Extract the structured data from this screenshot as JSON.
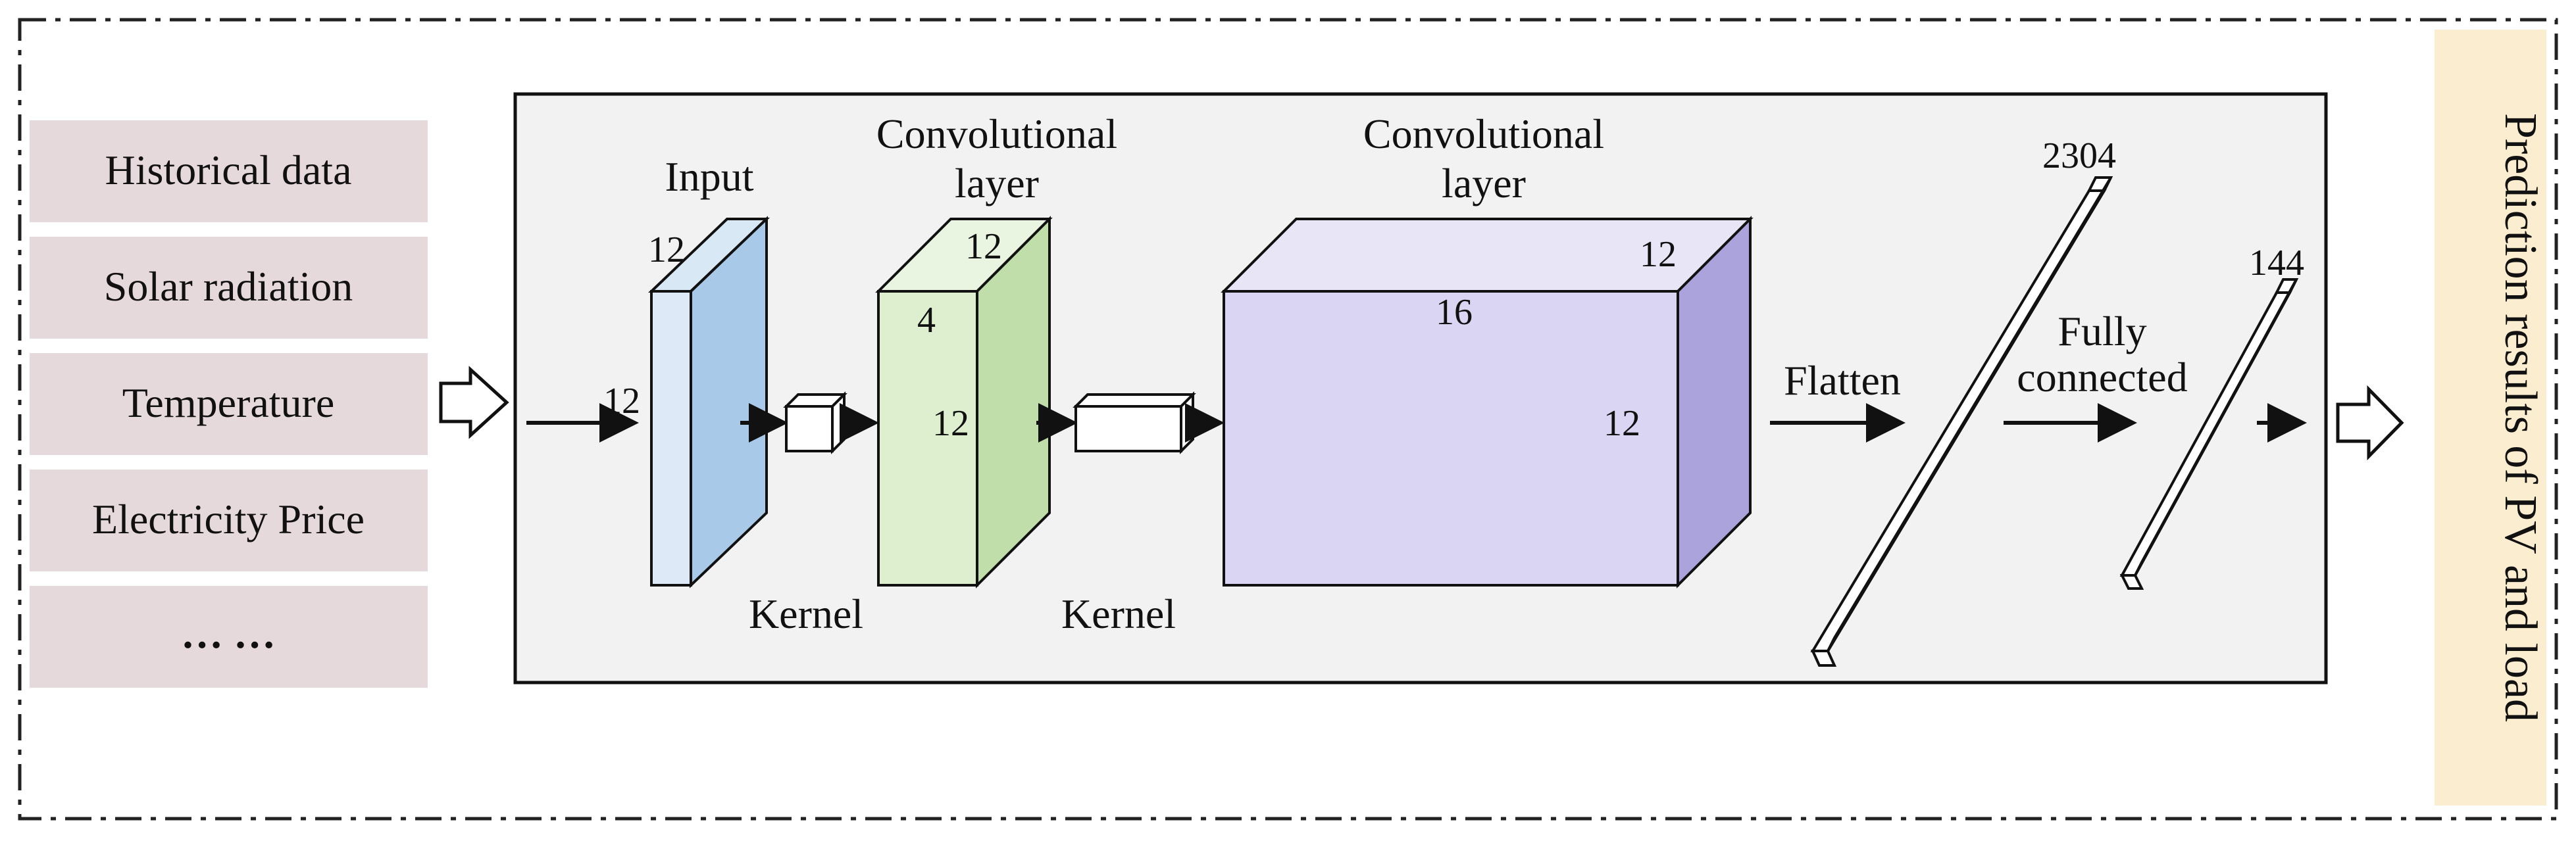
{
  "inputs": {
    "items": [
      "Historical data",
      "Solar radiation",
      "Temperature",
      "Electricity Price",
      "… …"
    ]
  },
  "labels": {
    "input": "Input",
    "conv1_title_1": "Convolutional",
    "conv1_title_2": "layer",
    "conv2_title_1": "Convolutional",
    "conv2_title_2": "layer",
    "kernel1": "Kernel",
    "kernel2": "Kernel",
    "flatten": "Flatten",
    "fully_1": "Fully",
    "fully_2": "connected",
    "output": "Prediction results of PV and load"
  },
  "dims": {
    "input_top": "12",
    "input_side": "12",
    "conv1_top": "12",
    "conv1_depth": "4",
    "conv1_side": "12",
    "conv2_top": "16",
    "conv2_depth": "12",
    "conv2_side": "12",
    "flat_size": "2304",
    "fc_size": "144"
  },
  "colors": {
    "input_block": "#b7d3ec",
    "conv1_block": "#d6ecc8",
    "conv2_block": "#d6d2f0",
    "input_items_bg": "#e6d9dc",
    "output_bg": "#fbedcf",
    "network_panel": "#f2f2f2"
  }
}
